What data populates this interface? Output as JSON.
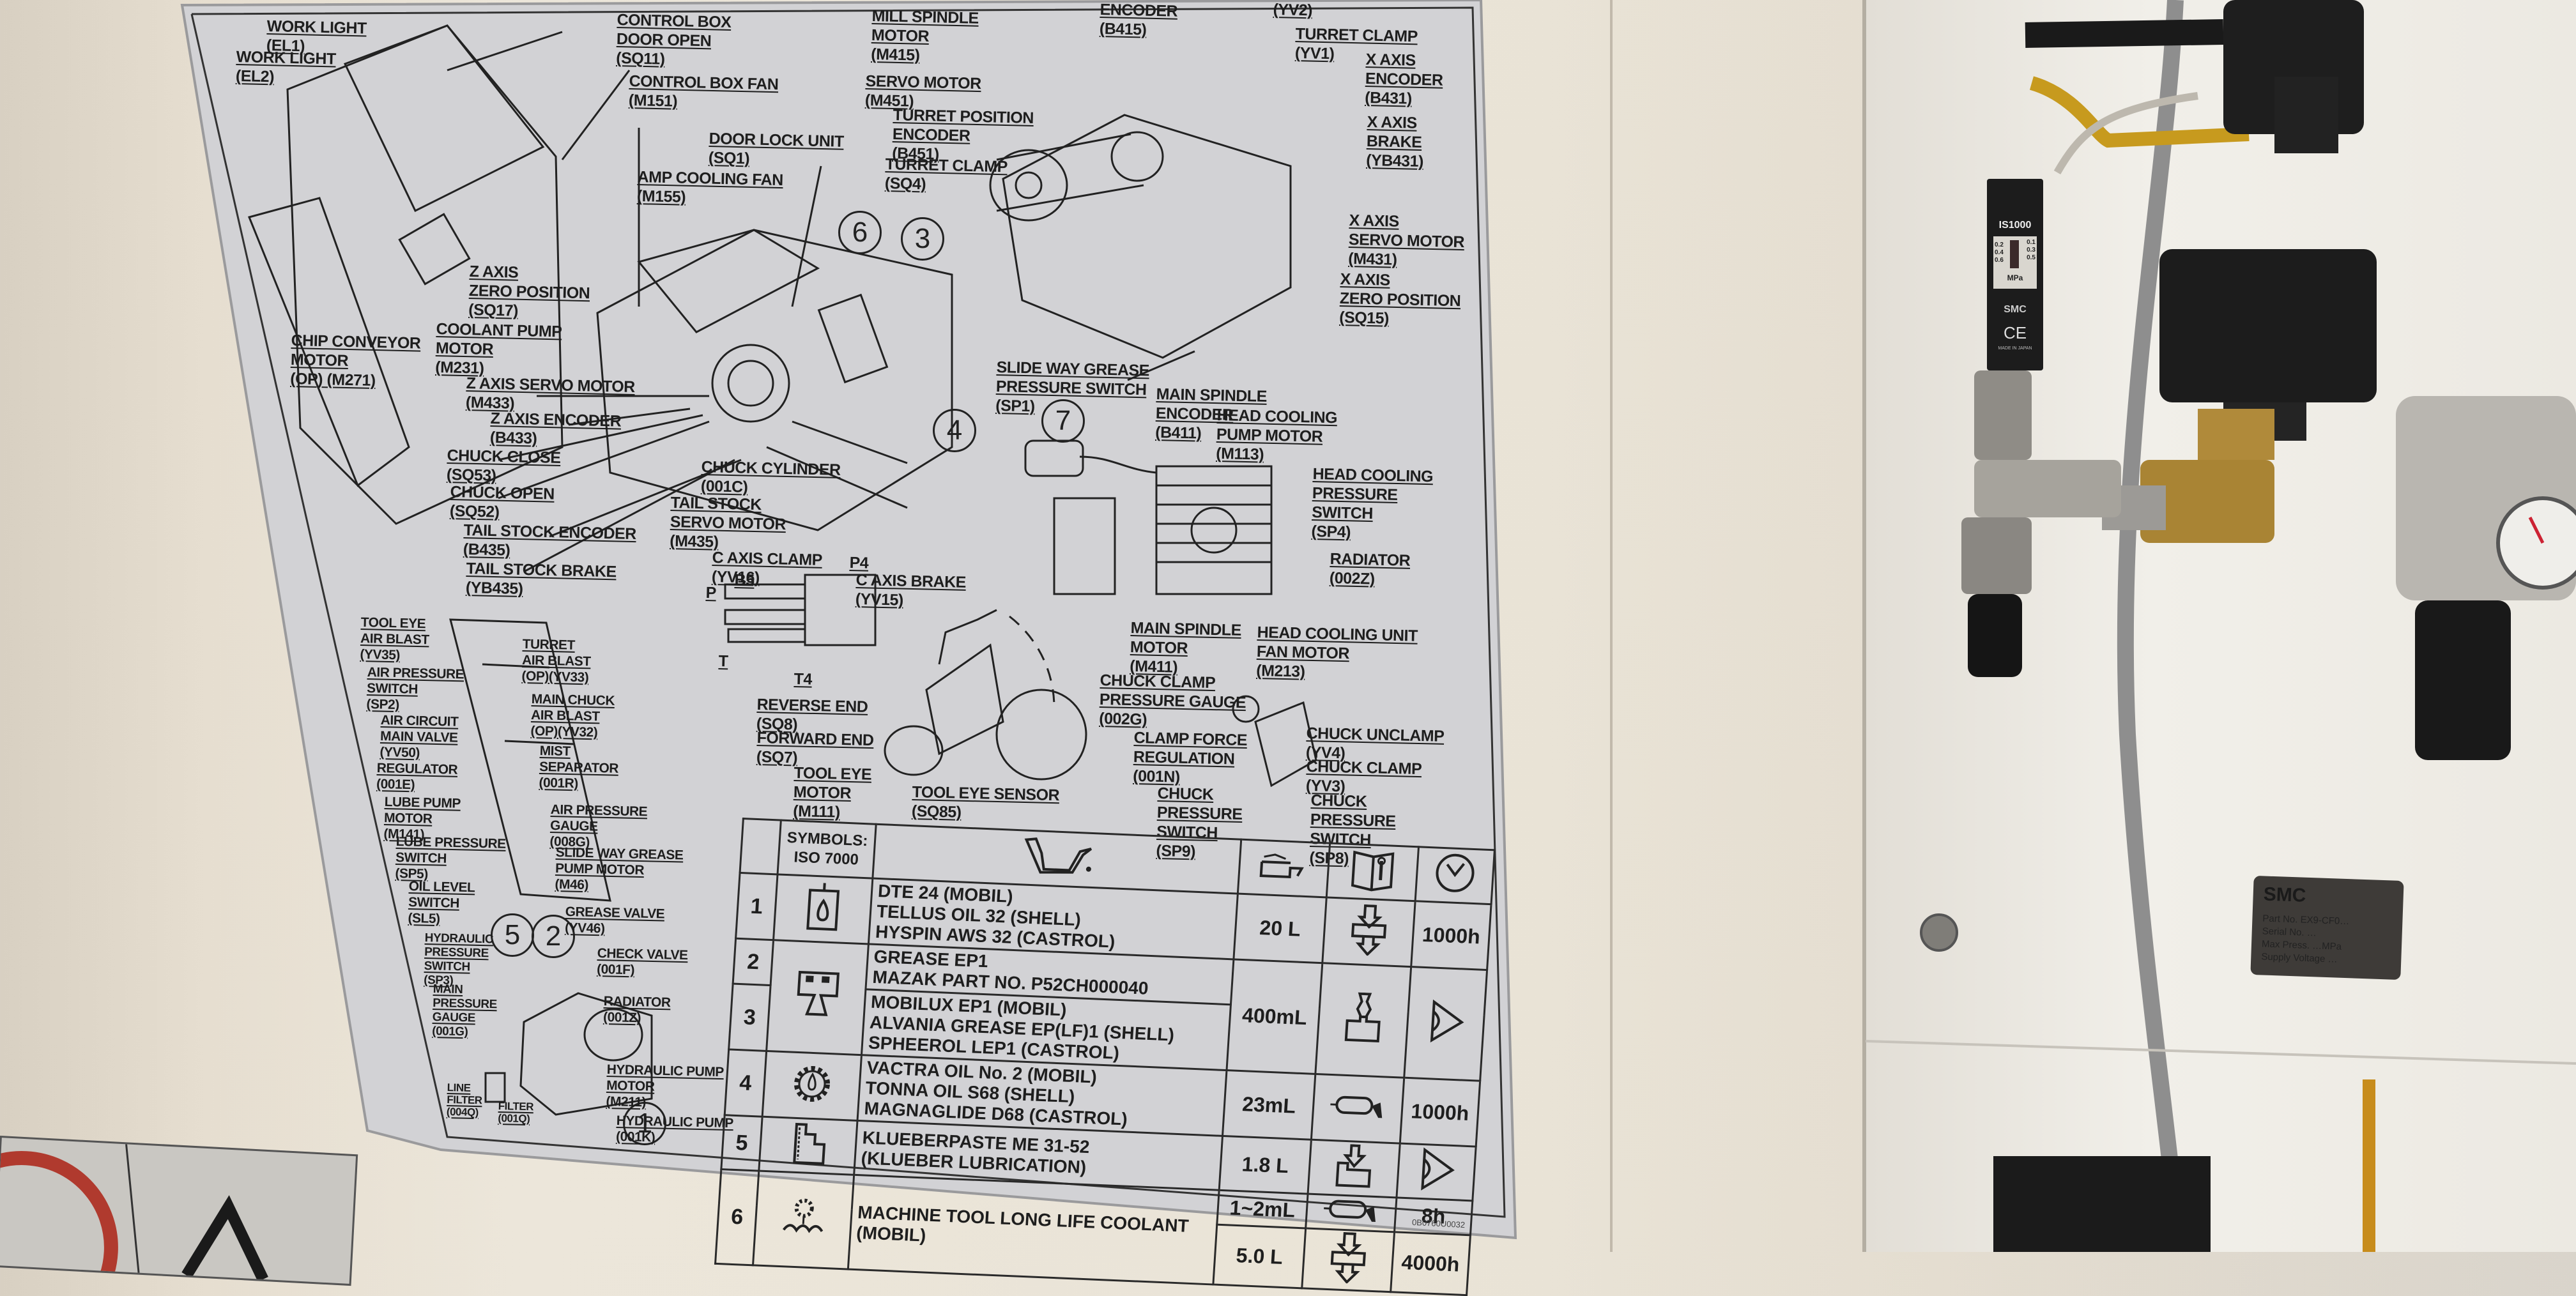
{
  "scene": {
    "description": "Photo of a CNC lathe maintenance placard mounted on a beige cabinet wall, next to SMC pneumatic components",
    "colors": {
      "wall": "#e9e3d6",
      "placard": "#d4d4d6",
      "ink": "#1e1e1e",
      "solenoid": "#1c1c1c",
      "brass": "#b08a3a",
      "warning_red": "#b03a2e"
    }
  },
  "placard": {
    "upper_left_labels": [
      {
        "lines": [
          "WORK LIGHT",
          "(EL1)"
        ]
      },
      {
        "lines": [
          "WORK LIGHT",
          "(EL2)"
        ]
      },
      {
        "lines": [
          "CONTROL BOX",
          "DOOR OPEN",
          "(SQ11)"
        ]
      },
      {
        "lines": [
          "CONTROL BOX FAN",
          "(M151)"
        ]
      },
      {
        "lines": [
          "Z AXIS",
          "ZERO POSITION",
          "(SQ17)"
        ]
      },
      {
        "lines": [
          "COOLANT PUMP",
          "MOTOR",
          "(M231)"
        ]
      },
      {
        "lines": [
          "CHIP CONVEYOR",
          "MOTOR",
          "(OP) (M271)"
        ]
      }
    ],
    "center_labels": [
      {
        "lines": [
          "DOOR LOCK UNIT",
          "(SQ1)"
        ]
      },
      {
        "lines": [
          "AMP COOLING FAN",
          "(M155)"
        ]
      },
      {
        "lines": [
          "Z AXIS SERVO MOTOR",
          "(M433)"
        ]
      },
      {
        "lines": [
          "Z AXIS ENCODER",
          "(B433)"
        ]
      },
      {
        "lines": [
          "CHUCK CLOSE",
          "(SQ53)"
        ]
      },
      {
        "lines": [
          "CHUCK OPEN",
          "(SQ52)"
        ]
      },
      {
        "lines": [
          "TAIL STOCK ENCODER",
          "(B435)"
        ]
      },
      {
        "lines": [
          "TAIL STOCK BRAKE",
          "(YB435)"
        ]
      },
      {
        "lines": [
          "CHUCK CYLINDER",
          "(001C)"
        ]
      },
      {
        "lines": [
          "TAIL STOCK",
          "SERVO MOTOR",
          "(M435)"
        ]
      }
    ],
    "turret_labels": [
      {
        "lines": [
          "MILL SPINDLE",
          "MOTOR",
          "(M415)"
        ]
      },
      {
        "lines": [
          "ENCODER",
          "(B415)"
        ]
      },
      {
        "lines": [
          "(YV2)"
        ]
      },
      {
        "lines": [
          "TURRET CLAMP",
          "(YV1)"
        ]
      },
      {
        "lines": [
          "SERVO MOTOR",
          "(M451)"
        ]
      },
      {
        "lines": [
          "TURRET POSITION",
          "ENCODER",
          "(B451)"
        ]
      },
      {
        "lines": [
          "TURRET CLAMP",
          "(SQ4)"
        ]
      },
      {
        "lines": [
          "X AXIS",
          "ENCODER",
          "(B431)"
        ]
      },
      {
        "lines": [
          "X AXIS",
          "BRAKE",
          "(YB431)"
        ]
      },
      {
        "lines": [
          "X AXIS",
          "SERVO MOTOR",
          "(M431)"
        ]
      },
      {
        "lines": [
          "X AXIS",
          "ZERO POSITION",
          "(SQ15)"
        ]
      },
      {
        "lines": [
          "SLIDE WAY GREASE",
          "PRESSURE SWITCH",
          "(SP1)"
        ]
      }
    ],
    "spindle_labels": [
      {
        "lines": [
          "MAIN SPINDLE",
          "ENCODER",
          "(B411)"
        ]
      },
      {
        "lines": [
          "HEAD COOLING",
          "PUMP MOTOR",
          "(M113)"
        ]
      },
      {
        "lines": [
          "HEAD COOLING",
          "PRESSURE",
          "SWITCH",
          "(SP4)"
        ]
      },
      {
        "lines": [
          "RADIATOR",
          "(002Z)"
        ]
      },
      {
        "lines": [
          "MAIN SPINDLE",
          "MOTOR",
          "(M411)"
        ]
      },
      {
        "lines": [
          "HEAD COOLING UNIT",
          "FAN MOTOR",
          "(M213)"
        ]
      }
    ],
    "c_axis_labels": [
      {
        "lines": [
          "C AXIS CLAMP",
          "(YV16)"
        ]
      },
      {
        "lines": [
          "P4"
        ]
      },
      {
        "lines": [
          "C AXIS BRAKE",
          "(YV15)"
        ]
      },
      {
        "lines": [
          "B5"
        ]
      },
      {
        "lines": [
          "P"
        ]
      },
      {
        "lines": [
          "T"
        ]
      },
      {
        "lines": [
          "T4"
        ]
      }
    ],
    "tool_eye_labels": [
      {
        "lines": [
          "REVERSE END",
          "(SQ8)"
        ]
      },
      {
        "lines": [
          "FORWARD END",
          "(SQ7)"
        ]
      },
      {
        "lines": [
          "TOOL EYE",
          "MOTOR",
          "(M111)"
        ]
      },
      {
        "lines": [
          "TOOL EYE SENSOR",
          "(SQ85)"
        ]
      }
    ],
    "chuck_valve_labels": [
      {
        "lines": [
          "CHUCK CLAMP",
          "PRESSURE GAUGE",
          "(002G)"
        ]
      },
      {
        "lines": [
          "CLAMP FORCE",
          "REGULATION",
          "(001N)"
        ]
      },
      {
        "lines": [
          "CHUCK UNCLAMP",
          "(YV4)"
        ]
      },
      {
        "lines": [
          "CHUCK CLAMP",
          "(YV3)"
        ]
      },
      {
        "lines": [
          "CHUCK",
          "PRESSURE",
          "SWITCH",
          "(SP9)"
        ]
      },
      {
        "lines": [
          "CHUCK",
          "PRESSURE",
          "SWITCH",
          "(SP8)"
        ]
      }
    ],
    "air_unit_labels": [
      {
        "lines": [
          "TOOL EYE",
          "AIR BLAST",
          "(YV35)"
        ]
      },
      {
        "lines": [
          "AIR PRESSURE",
          "SWITCH",
          "(SP2)"
        ]
      },
      {
        "lines": [
          "AIR CIRCUIT",
          "MAIN VALVE",
          "(YV50)"
        ]
      },
      {
        "lines": [
          "REGULATOR",
          "(001E)"
        ]
      },
      {
        "lines": [
          "LUBE PUMP",
          "MOTOR",
          "(M141)"
        ]
      },
      {
        "lines": [
          "LUBE PRESSURE",
          "SWITCH",
          "(SP5)"
        ]
      },
      {
        "lines": [
          "OIL LEVEL",
          "SWITCH",
          "(SL5)"
        ]
      },
      {
        "lines": [
          "TURRET",
          "AIR BLAST",
          "(OP)(YV33)"
        ]
      },
      {
        "lines": [
          "MAIN CHUCK",
          "AIR BLAST",
          "(OP)(YV32)"
        ]
      },
      {
        "lines": [
          "MIST",
          "SEPARATOR",
          "(001R)"
        ]
      },
      {
        "lines": [
          "AIR PRESSURE",
          "GAUGE",
          "(008G)"
        ]
      },
      {
        "lines": [
          "SLIDE WAY GREASE",
          "PUMP MOTOR",
          "(M46)"
        ]
      },
      {
        "lines": [
          "GREASE VALVE",
          "(YV46)"
        ]
      }
    ],
    "hydraulic_labels": [
      {
        "lines": [
          "HYDRAULIC",
          "PRESSURE",
          "SWITCH",
          "(SP3)"
        ]
      },
      {
        "lines": [
          "MAIN",
          "PRESSURE",
          "GAUGE",
          "(001G)"
        ]
      },
      {
        "lines": [
          "CHECK VALVE",
          "(001F)"
        ]
      },
      {
        "lines": [
          "RADIATOR",
          "(001Z)"
        ]
      },
      {
        "lines": [
          "HYDRAULIC PUMP",
          "MOTOR",
          "(M211)"
        ]
      },
      {
        "lines": [
          "HYDRAULIC PUMP",
          "(001K)"
        ]
      },
      {
        "lines": [
          "LINE",
          "FILTER",
          "(004Q)"
        ]
      },
      {
        "lines": [
          "FILTER",
          "(001Q)"
        ]
      }
    ],
    "callout_numbers": [
      "6",
      "3",
      "4",
      "7",
      "5",
      "2",
      "1"
    ],
    "lube_table": {
      "header": {
        "symbols_label": "SYMBOLS:",
        "standard": "ISO 7000",
        "oilcan_icon": "oil-can-icon",
        "capacity_icon": "tank-capacity-icon",
        "manual_icon": "manual-wrench-icon",
        "interval_icon": "clock-icon"
      },
      "rows": [
        {
          "idx": "1",
          "icon": "oil-drop-container-icon",
          "products": [
            "DTE 24 (MOBIL)",
            "TELLUS OIL 32 (SHELL)",
            "HYSPIN AWS 32 (CASTROL)"
          ],
          "qty": "20 L",
          "method": "fill-drain-arrows-icon",
          "interval": "1000h"
        },
        {
          "idx": "2",
          "icon": "grease-icon",
          "products": [
            "GREASE EP1",
            "MAZAK PART NO. P52CH000040"
          ],
          "qty": "400mL",
          "method": "grease-nipple-icon",
          "interval": "inspect-eye-icon"
        },
        {
          "idx": "3",
          "icon": "grease-icon",
          "products": [
            "MOBILUX EP1 (MOBIL)",
            "ALVANIA GREASE EP(LF)1 (SHELL)",
            "SPHEEROL LEP1 (CASTROL)"
          ],
          "qty": "",
          "method": "",
          "interval": ""
        },
        {
          "idx": "4",
          "icon": "gear-oil-icon",
          "products": [
            "VACTRA OIL No. 2 (MOBIL)",
            "TONNA OIL S68 (SHELL)",
            "MAGNAGLIDE D68 (CASTROL)"
          ],
          "qty": "23mL",
          "method": "grease-gun-icon",
          "interval": "1000h"
        },
        {
          "idx": "5",
          "icon": "paste-icon",
          "products": [
            "KLUEBERPASTE ME 31-52",
            "(KLUEBER LUBRICATION)"
          ],
          "qty": "1.8 L",
          "method": "fill-arrow-icon",
          "interval": "inspect-eye-icon"
        },
        {
          "idx": "6",
          "icon": "coolant-icon",
          "products": [
            "MACHINE TOOL LONG LIFE COOLANT (MOBIL)"
          ],
          "qty": "1~2mL",
          "method": "grease-gun-icon",
          "interval": "8h"
        }
      ],
      "extra_row": {
        "qty": "5.0 L",
        "method": "fill-drain-arrows-icon",
        "interval": "4000h"
      },
      "serial": "0B0760U0032"
    }
  },
  "hardware": {
    "pressure_switch": {
      "model": "IS1000",
      "scale_left": [
        "0.2",
        "0.4",
        "0.6"
      ],
      "scale_right": [
        "0.1",
        "0.3",
        "0.5"
      ],
      "unit": "MPa",
      "brand": "SMC",
      "mark": "CE",
      "origin": "MADE IN JAPAN"
    },
    "nameplate": {
      "brand": "SMC",
      "lines": [
        "Part No. EX9-CF0…",
        "Serial No. …",
        "Max Press. …MPa",
        "Supply Voltage …"
      ]
    }
  }
}
